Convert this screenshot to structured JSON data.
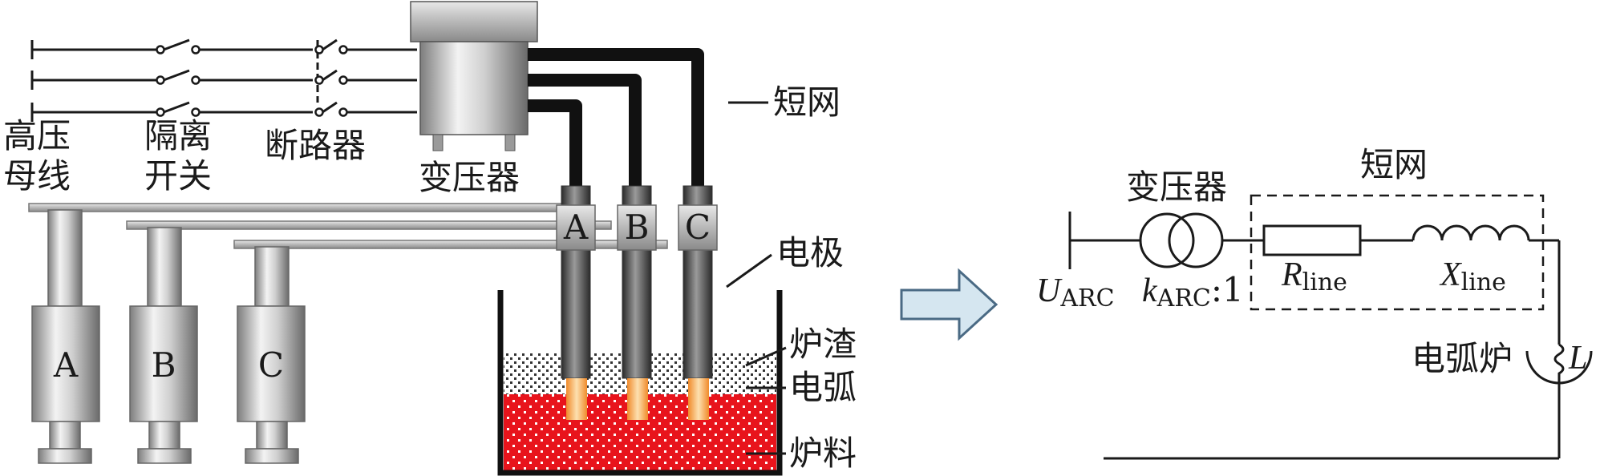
{
  "labels": {
    "bus_l1": "高压",
    "bus_l2": "母线",
    "isolator_l1": "隔离",
    "isolator_l2": "开关",
    "breaker": "断路器",
    "transformer": "变压器",
    "short_net": "短网",
    "electrode": "电极",
    "slag": "炉渣",
    "arc": "电弧",
    "charge": "炉料"
  },
  "phases": [
    "A",
    "B",
    "C"
  ],
  "circuit": {
    "transformer": "变压器",
    "short_net": "短网",
    "u_main": "U",
    "u_sub": "ARC",
    "k_main": "k",
    "k_sub": "ARC",
    "k_ratio": ":1",
    "r_main": "R",
    "r_sub": "line",
    "x_main": "X",
    "x_sub": "line",
    "furnace": "电弧炉",
    "l_symbol": "L"
  },
  "colors": {
    "molten": "#e8141c",
    "arc_glow": "#f5a04a",
    "cable": "#111111",
    "arrow_fill": "#d5e6f0",
    "arrow_stroke": "#4a6a84"
  }
}
